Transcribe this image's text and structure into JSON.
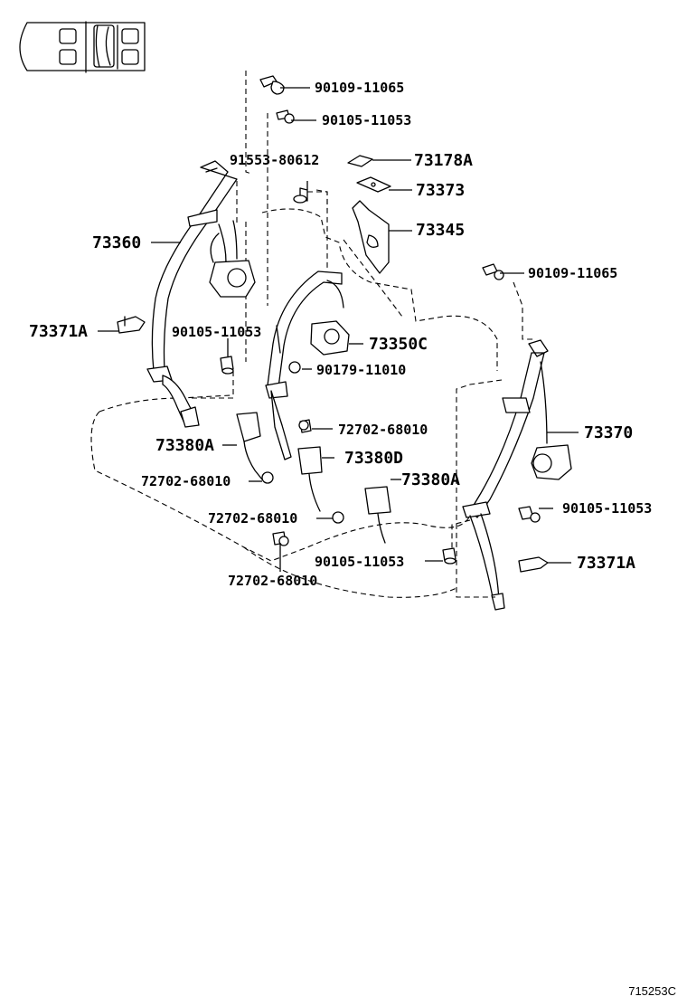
{
  "parts": {
    "p90109_top": "90109-11065",
    "p90105_top": "90105-11053",
    "p91553": "91553-80612",
    "p73178A": "73178A",
    "p73373": "73373",
    "p73345": "73345",
    "p90109_right": "90109-11065",
    "p73360": "73360",
    "p73371A_left": "73371A",
    "p90105_mid": "90105-11053",
    "p73350C": "73350C",
    "p90179": "90179-11010",
    "p72702_a": "72702-68010",
    "p73370": "73370",
    "p73380A_left": "73380A",
    "p73380D": "73380D",
    "p73380A_right": "73380A",
    "p72702_b": "72702-68010",
    "p90105_right": "90105-11053",
    "p72702_c": "72702-68010",
    "p90105_bottom": "90105-11053",
    "p73371A_right": "73371A",
    "p72702_d": "72702-68010"
  },
  "illustration_code": "715253C"
}
